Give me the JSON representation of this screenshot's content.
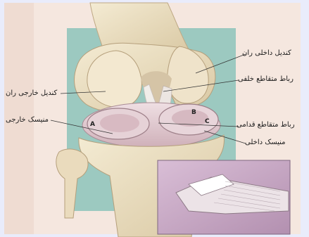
{
  "labels": {
    "medial_condyle": "کندیل داخلی ران",
    "lateral_condyle": "کندیل خارجی ران",
    "posterior_cruciate": "رباط متقاطع خلفی",
    "lateral_meniscus": "منیسک خارجی",
    "anterior_cruciate": "رباط متقاطع قدامی",
    "medial_meniscus": "منیسک داخلی"
  },
  "letters": {
    "a": "A",
    "b": "B",
    "c": "C"
  },
  "colors": {
    "border": "#e9ecfb",
    "background": "#f5e7df",
    "teal": "#9cc9c0",
    "bone": "#eee3c8",
    "bone_shade": "#d7c59f",
    "cartilage": "#e3cad1",
    "ligament": "#eeeae8",
    "inset_bg": "#c9a8c6"
  }
}
